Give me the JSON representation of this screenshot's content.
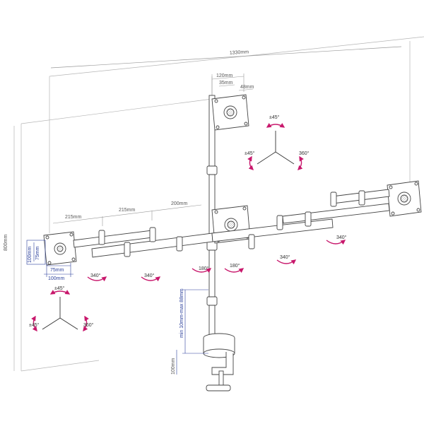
{
  "dimensions": {
    "total_width": "1330mm",
    "height": "800mm",
    "top_plate_width": "120mm",
    "top_pole_offset": "35mm",
    "top_spacing": "48mm",
    "arm_segment_1": "215mm",
    "arm_segment_2": "215mm",
    "arm_segment_3": "200mm",
    "vesa_100_h": "100mm",
    "vesa_75_h": "75mm",
    "vesa_75_w": "75mm",
    "vesa_100_w": "100mm",
    "clamp_range": "min 10mm-max 88mm",
    "clamp_height": "100mm"
  },
  "rotations": {
    "arm_340_a": "340°",
    "arm_340_b": "340°",
    "arm_180_a": "180°",
    "arm_180_b": "180°",
    "arm_340_c": "340°",
    "arm_340_d": "340°",
    "top_tilt": "±45°",
    "top_swivel": "±45°",
    "top_rotate": "360°",
    "left_tilt": "±45°",
    "left_swivel": "±45°",
    "left_rotate": "360°"
  },
  "colors": {
    "line": "#444444",
    "dimension_line": "#9a9a9a",
    "rotation_arrow": "#c8186c",
    "blue_dimension": "#2a3f9b"
  }
}
